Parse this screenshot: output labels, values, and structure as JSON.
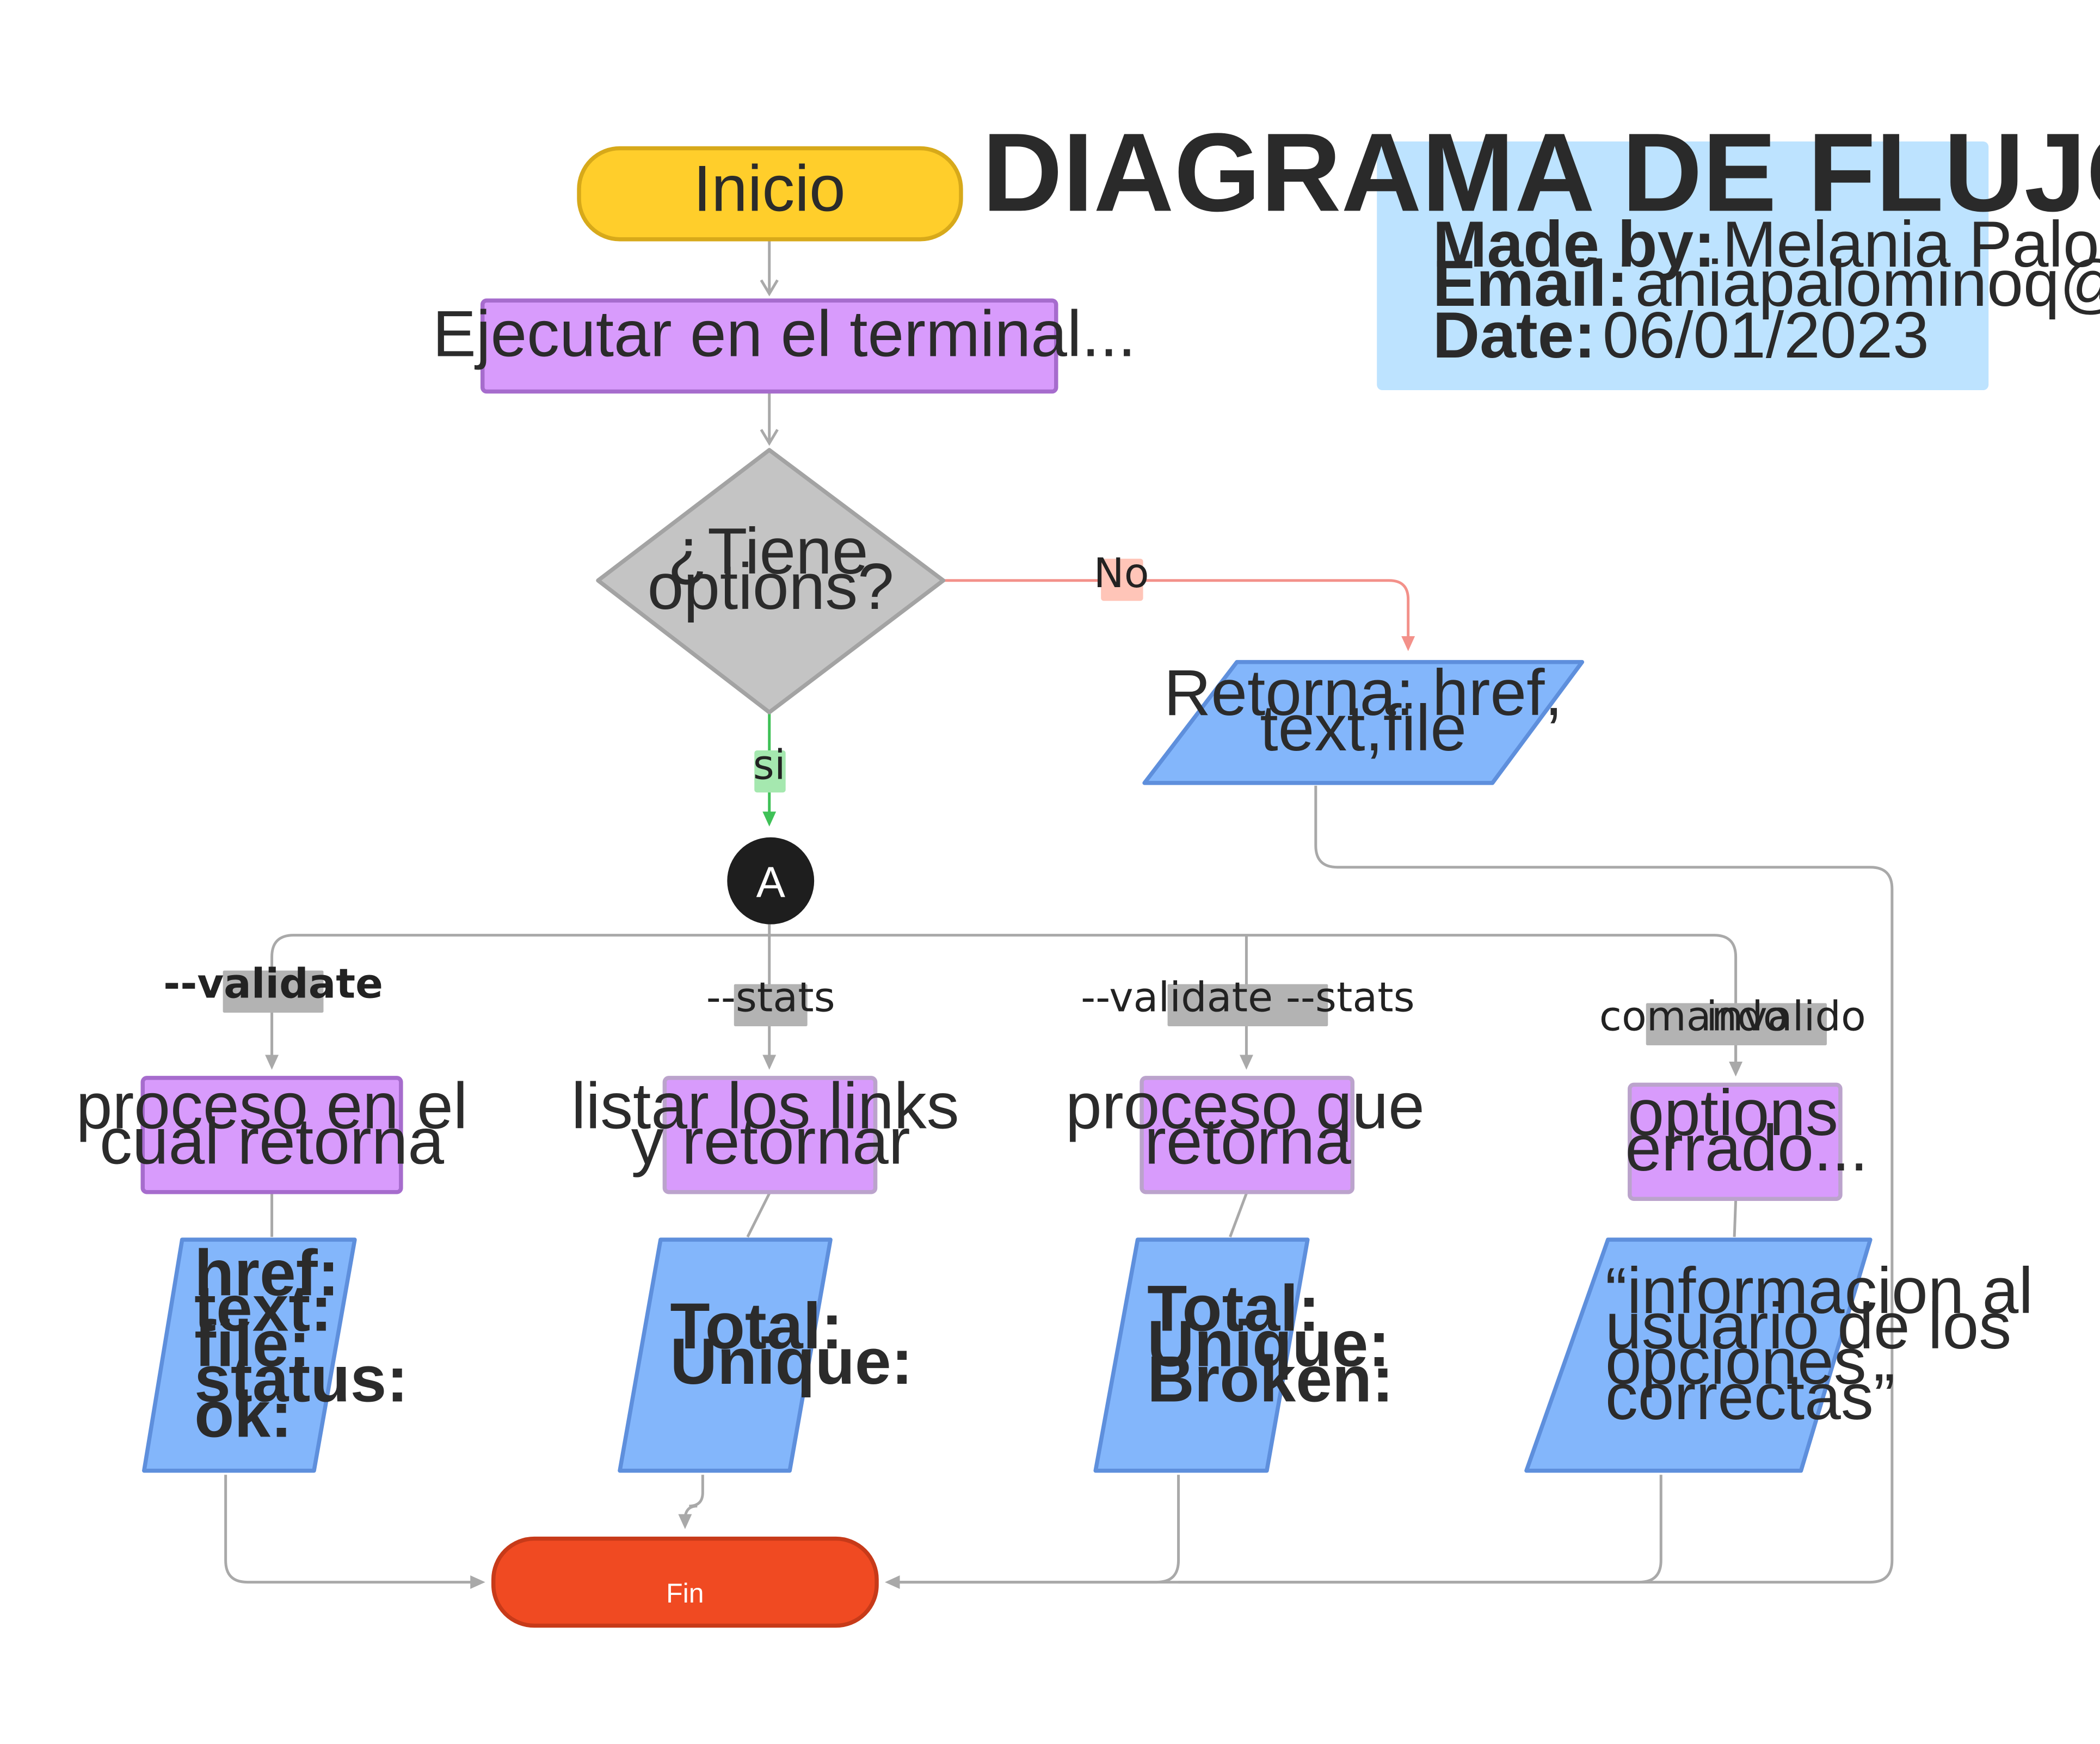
{
  "nodes": {
    "inicio": "Inicio",
    "ejecutar": "Ejecutar en el terminal...",
    "decision": [
      "¿Tiene",
      "options?"
    ],
    "retorna_no": [
      "Retorna: href,",
      "text,file"
    ],
    "connector": "A",
    "proc_validate": [
      "proceso en el",
      "cual  retorna"
    ],
    "proc_stats": [
      "listar los links",
      "y retornar"
    ],
    "proc_both": [
      "proceso que",
      "retorna"
    ],
    "proc_invalid": [
      "options",
      "errado..."
    ],
    "out_validate": [
      "href:",
      "text:",
      "file:",
      "status:",
      "ok:"
    ],
    "out_stats": [
      "Total:",
      "Unique:"
    ],
    "out_both": [
      "Total:",
      "Unique:",
      "Broken:"
    ],
    "out_invalid": [
      "“informacion al",
      "usuario de los",
      "opciones",
      "correctas”"
    ],
    "fin": "Fin"
  },
  "edge_labels": {
    "no": "No",
    "si": "si",
    "validate": "--validate",
    "stats": "--stats",
    "validate_stats": "--validate --stats",
    "comando": "comando",
    "invalido": "invalido"
  },
  "info_card": {
    "title": "DIAGRAMA DE FLUJO CLI",
    "made_by_label": "Made by:",
    "made_by_value": "Melania Palomino Quispe",
    "email_label": "Email:",
    "email_value": "aniapalominoq@gmail.com",
    "date_label": "Date:",
    "date_value": "06/01/2023"
  },
  "colors": {
    "start": "#FFCE2B",
    "process": "#D89BFC",
    "decision": "#C4C4C4",
    "io": "#83B6FB",
    "end": "#F04A22",
    "connector": "#1E1E1E",
    "arrow": "#AAAAAA",
    "arrow_no": "#F3918A",
    "arrow_si": "#3FC157",
    "card": "#BDE3FF"
  }
}
